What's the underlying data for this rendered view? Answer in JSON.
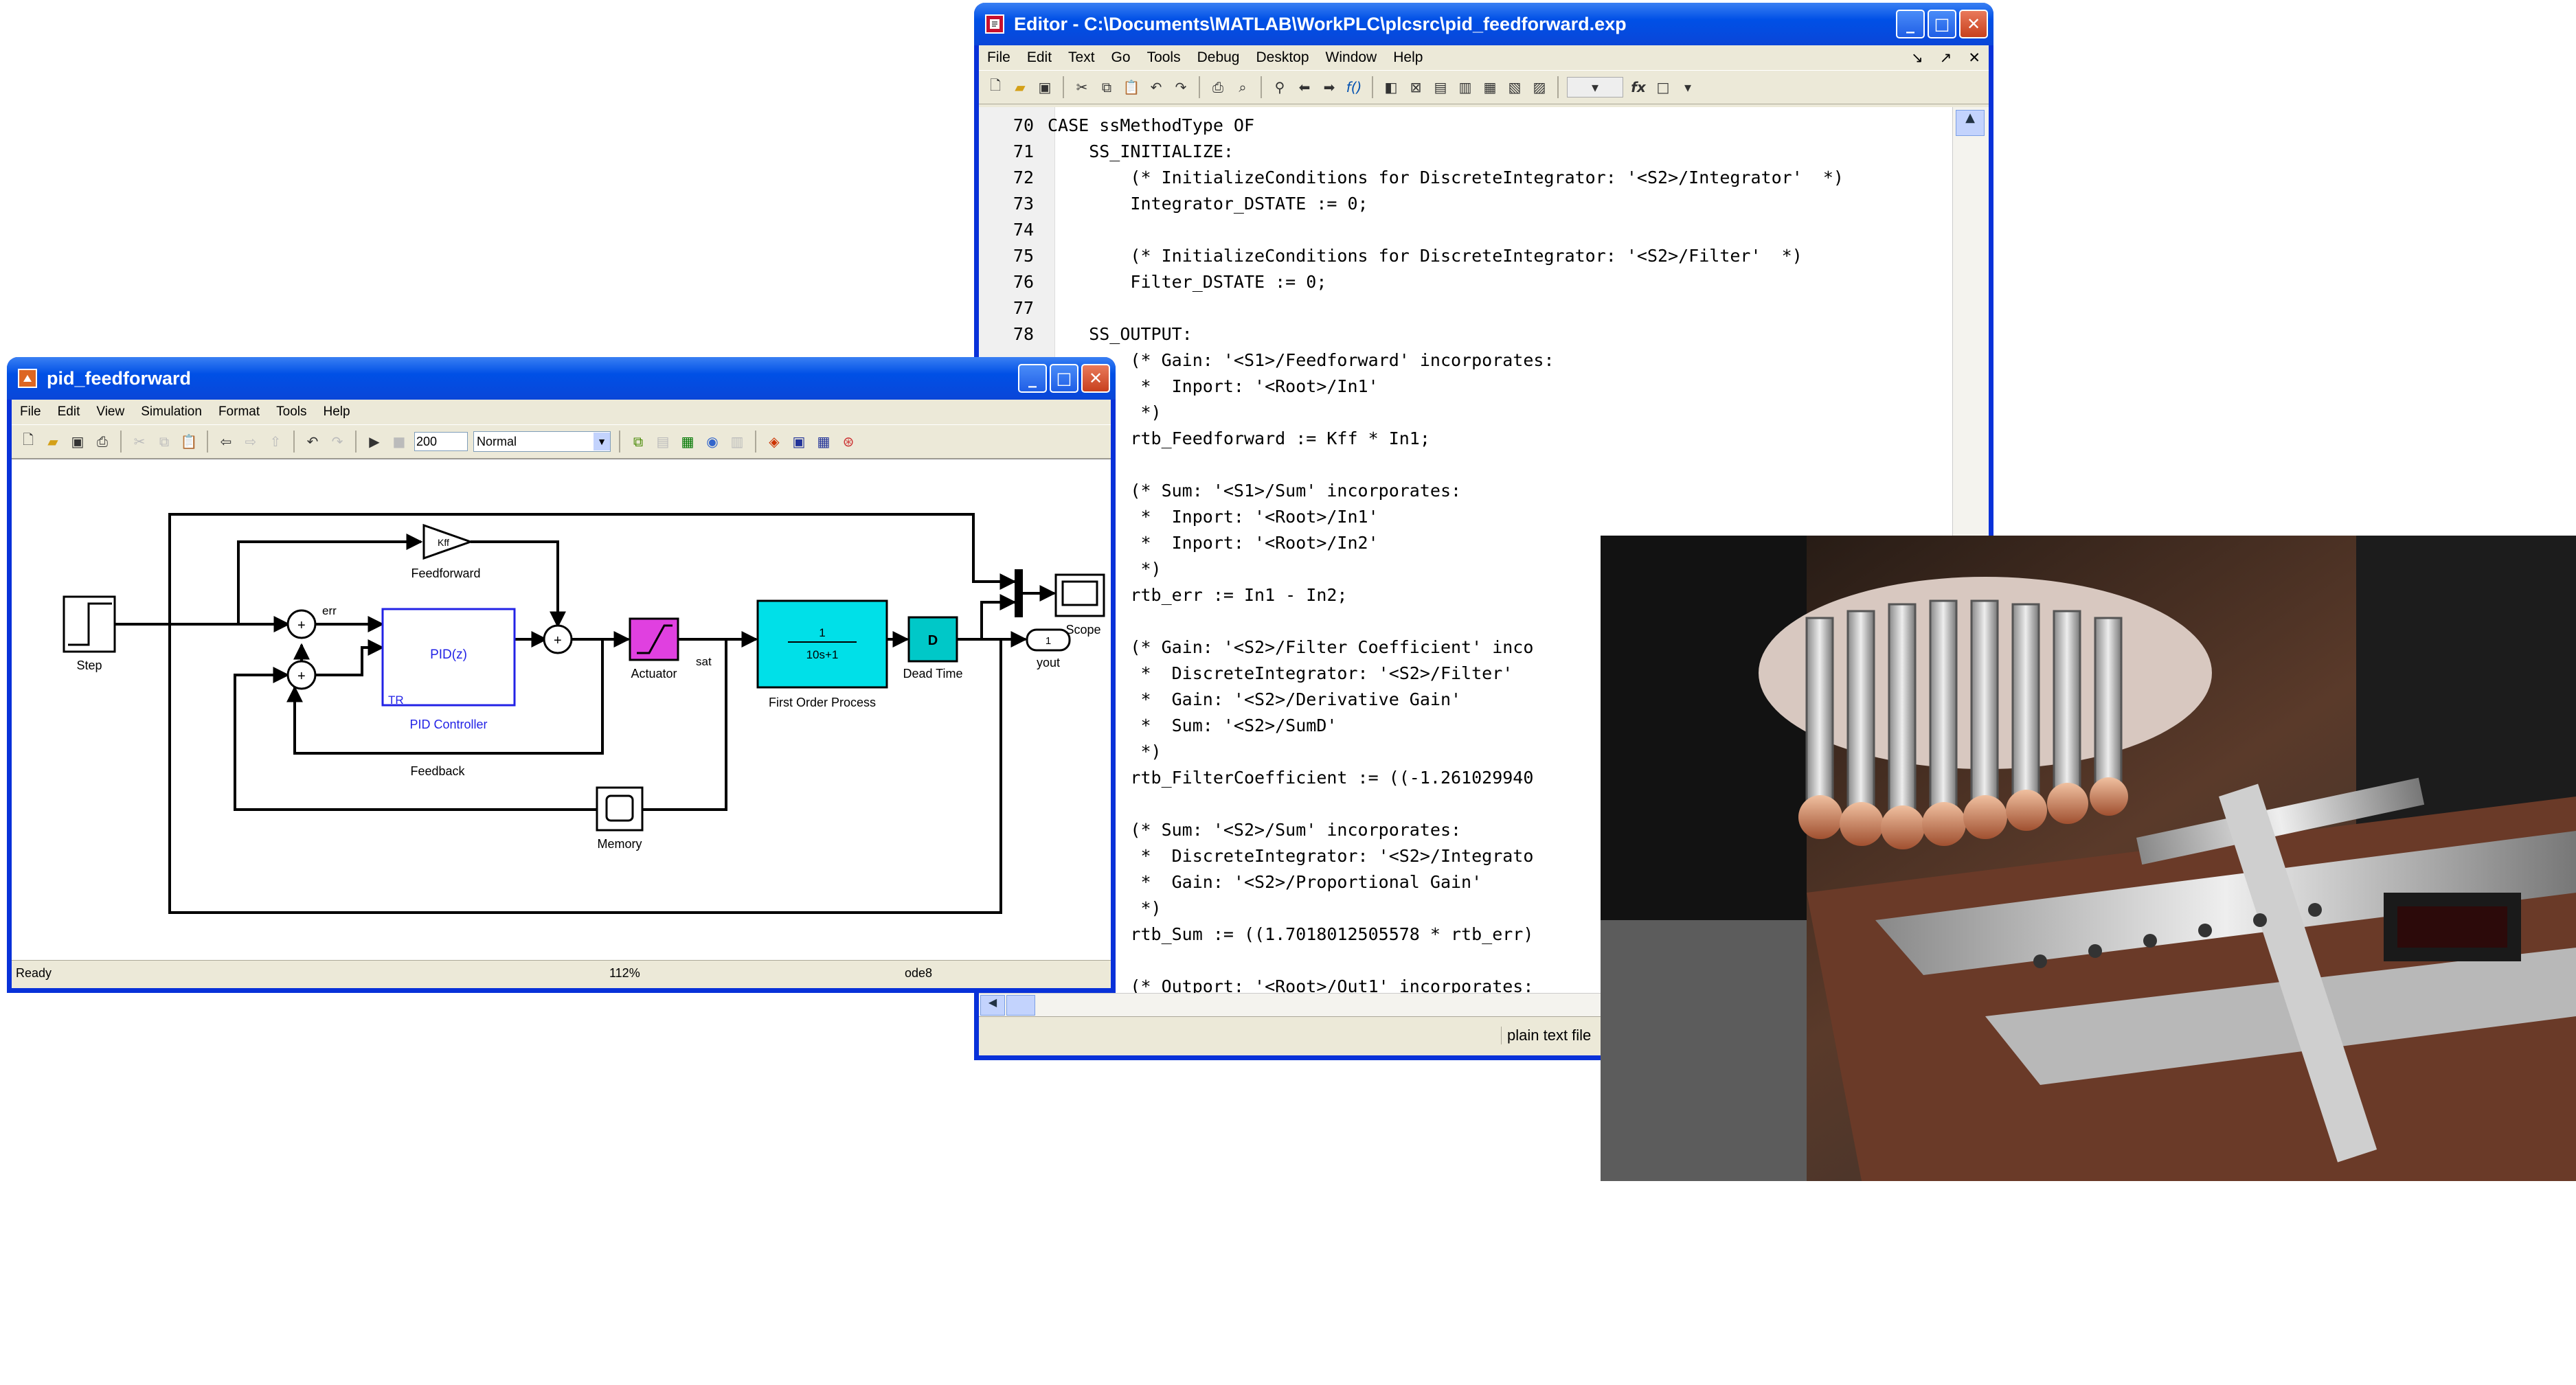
{
  "editor": {
    "title": "Editor - C:\\Documents\\MATLAB\\WorkPLC\\plcsrc\\pid_feedforward.exp",
    "menu": [
      "File",
      "Edit",
      "Text",
      "Go",
      "Tools",
      "Debug",
      "Desktop",
      "Window",
      "Help"
    ],
    "status": "plain text file",
    "lines": [
      {
        "n": "70",
        "t": "CASE ssMethodType OF"
      },
      {
        "n": "71",
        "t": "    SS_INITIALIZE:"
      },
      {
        "n": "72",
        "t": "        (* InitializeConditions for DiscreteIntegrator: '<S2>/Integrator'  *)"
      },
      {
        "n": "73",
        "t": "        Integrator_DSTATE := 0;"
      },
      {
        "n": "74",
        "t": ""
      },
      {
        "n": "75",
        "t": "        (* InitializeConditions for DiscreteIntegrator: '<S2>/Filter'  *)"
      },
      {
        "n": "76",
        "t": "        Filter_DSTATE := 0;"
      },
      {
        "n": "77",
        "t": ""
      },
      {
        "n": "78",
        "t": "    SS_OUTPUT:"
      },
      {
        "n": "",
        "t": "        (* Gain: '<S1>/Feedforward' incorporates:"
      },
      {
        "n": "",
        "t": "         *  Inport: '<Root>/In1'"
      },
      {
        "n": "",
        "t": "         *)"
      },
      {
        "n": "",
        "t": "        rtb_Feedforward := Kff * In1;"
      },
      {
        "n": "",
        "t": ""
      },
      {
        "n": "",
        "t": "        (* Sum: '<S1>/Sum' incorporates:"
      },
      {
        "n": "",
        "t": "         *  Inport: '<Root>/In1'"
      },
      {
        "n": "",
        "t": "         *  Inport: '<Root>/In2'"
      },
      {
        "n": "",
        "t": "         *)"
      },
      {
        "n": "",
        "t": "        rtb_err := In1 - In2;"
      },
      {
        "n": "",
        "t": ""
      },
      {
        "n": "",
        "t": "        (* Gain: '<S2>/Filter Coefficient' inco"
      },
      {
        "n": "",
        "t": "         *  DiscreteIntegrator: '<S2>/Filter'"
      },
      {
        "n": "",
        "t": "         *  Gain: '<S2>/Derivative Gain'"
      },
      {
        "n": "",
        "t": "         *  Sum: '<S2>/SumD'"
      },
      {
        "n": "",
        "t": "         *)"
      },
      {
        "n": "",
        "t": "        rtb_FilterCoefficient := ((-1.261029940"
      },
      {
        "n": "",
        "t": ""
      },
      {
        "n": "",
        "t": "        (* Sum: '<S2>/Sum' incorporates:"
      },
      {
        "n": "",
        "t": "         *  DiscreteIntegrator: '<S2>/Integrato"
      },
      {
        "n": "",
        "t": "         *  Gain: '<S2>/Proportional Gain'"
      },
      {
        "n": "",
        "t": "         *)"
      },
      {
        "n": "",
        "t": "        rtb_Sum := ((1.7018012505578 * rtb_err)"
      },
      {
        "n": "",
        "t": ""
      },
      {
        "n": "",
        "t": "        (* Outport: '<Root>/Out1' incorporates:"
      }
    ]
  },
  "simulink": {
    "title": "pid_feedforward",
    "menu": [
      "File",
      "Edit",
      "View",
      "Simulation",
      "Format",
      "Tools",
      "Help"
    ],
    "stop_time": "200",
    "mode": "Normal",
    "status_ready": "Ready",
    "status_zoom": "112%",
    "status_solver": "ode8",
    "blocks": {
      "step": "Step",
      "feedforward": "Feedforward",
      "feedforward_gain": "Kff",
      "pid": "PID(z)",
      "pid_caption": "PID Controller",
      "tr": "TR",
      "actuator": "Actuator",
      "sat": "sat",
      "process_num": "1",
      "process_den": "10s+1",
      "process": "First Order Process",
      "deadtime": "Dead Time",
      "scope": "Scope",
      "yout_port": "1",
      "yout": "yout",
      "memory": "Memory",
      "feedback": "Feedback",
      "err": "err"
    }
  }
}
